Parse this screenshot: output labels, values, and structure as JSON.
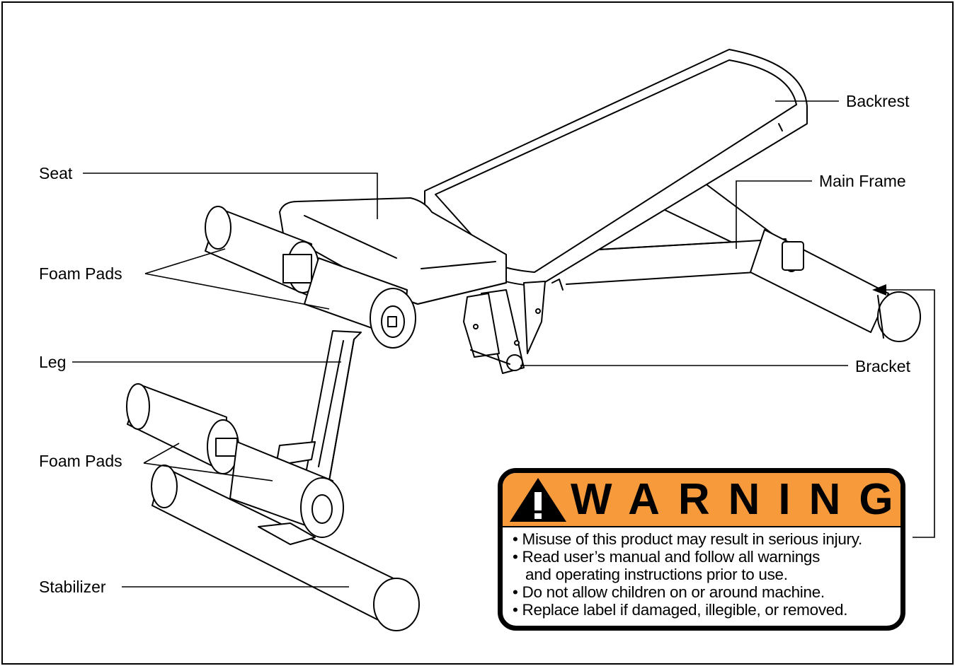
{
  "labels": {
    "backrest": "Backrest",
    "seat": "Seat",
    "main_frame": "Main Frame",
    "foam_pads_upper": "Foam Pads",
    "leg": "Leg",
    "bracket": "Bracket",
    "foam_pads_lower": "Foam Pads",
    "stabilizer": "Stabilizer"
  },
  "warning": {
    "icon": "warning-triangle-icon",
    "title": "WARNING",
    "lines": [
      "• Misuse of this product may result in serious injury.",
      "• Read user’s manual and follow all warnings",
      "and operating instructions prior to use.",
      "• Do not allow children on or around machine.",
      "• Replace label if damaged, illegible, or removed."
    ],
    "color": "#f79a3c"
  }
}
